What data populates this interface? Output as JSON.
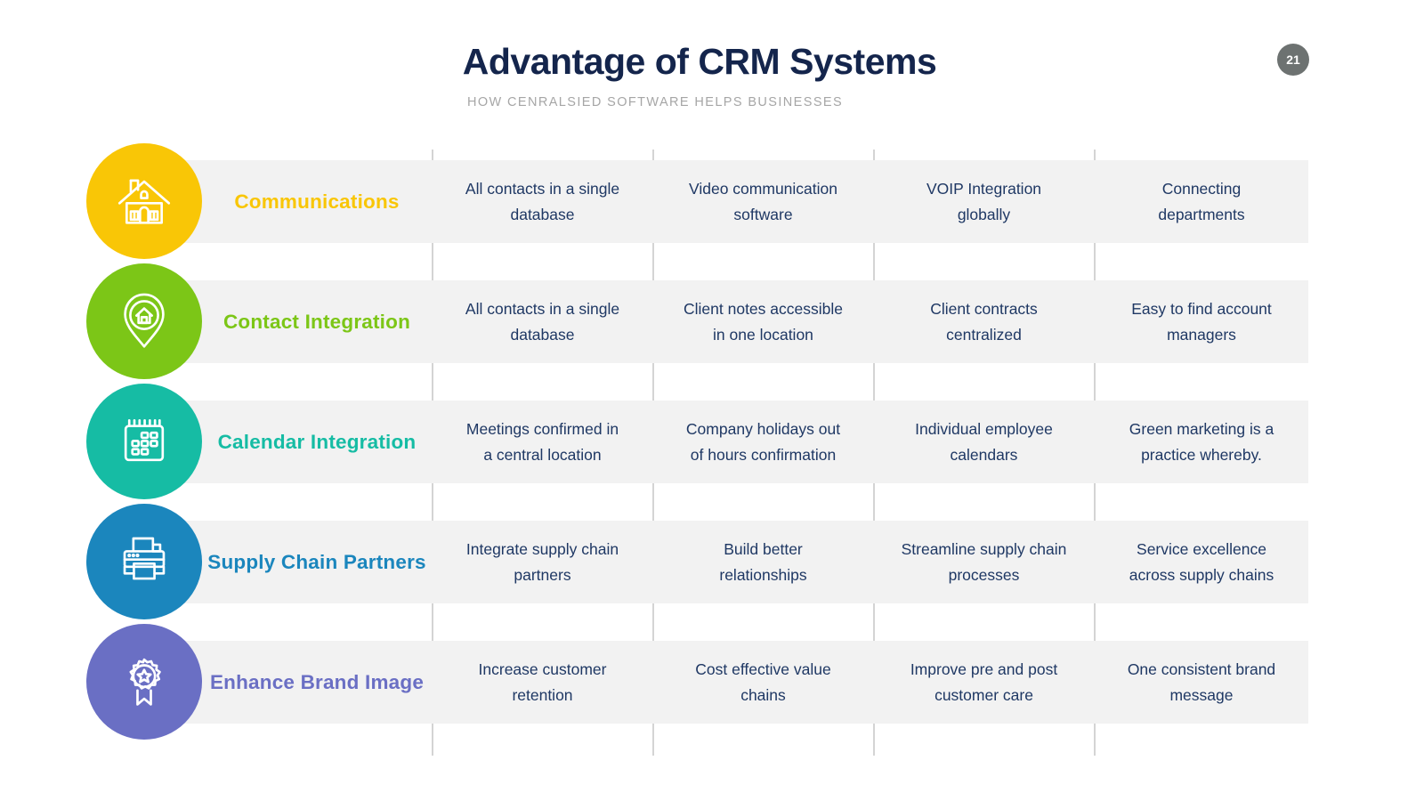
{
  "header": {
    "title": "Advantage of CRM Systems",
    "subtitle": "HOW CENRALSIED SOFTWARE HELPS BUSINESSES",
    "page_number": "21"
  },
  "style": {
    "band_background": "#F2F2F2",
    "divider_color": "#D4D4D4",
    "title_color": "#14254C",
    "cell_text_color": "#1F3864",
    "subtitle_color": "#A6A6A6",
    "page_badge_color": "#6D7271"
  },
  "rows": [
    {
      "label": "Communications",
      "color": "#F9C606",
      "icon": "house-icon",
      "cells": [
        "All contacts in a single\ndatabase",
        "Video communication\nsoftware",
        "VOIP Integration\nglobally",
        "Connecting\ndepartments"
      ]
    },
    {
      "label": "Contact Integration",
      "color": "#7CC617",
      "icon": "location-pin-house-icon",
      "cells": [
        "All contacts in a single\ndatabase",
        "Client notes accessible\nin one location",
        "Client contracts\ncentralized",
        "Easy to find account\nmanagers"
      ]
    },
    {
      "label": "Calendar Integration",
      "color": "#16BCA4",
      "icon": "calendar-icon",
      "cells": [
        "Meetings confirmed in\na central location",
        "Company holidays out\nof hours confirmation",
        "Individual employee\ncalendars",
        "Green marketing is a\npractice whereby."
      ]
    },
    {
      "label": "Supply Chain Partners",
      "color": "#1B86BD",
      "icon": "printer-icon",
      "cells": [
        "Integrate supply chain\npartners",
        "Build better\nrelationships",
        "Streamline supply chain\nprocesses",
        "Service excellence\nacross supply chains"
      ]
    },
    {
      "label": "Enhance Brand Image",
      "color": "#6A6FC4",
      "icon": "award-ribbon-icon",
      "cells": [
        "Increase customer\nretention",
        "Cost effective value\nchains",
        "Improve pre and post\ncustomer care",
        "One consistent brand\nmessage"
      ]
    }
  ]
}
